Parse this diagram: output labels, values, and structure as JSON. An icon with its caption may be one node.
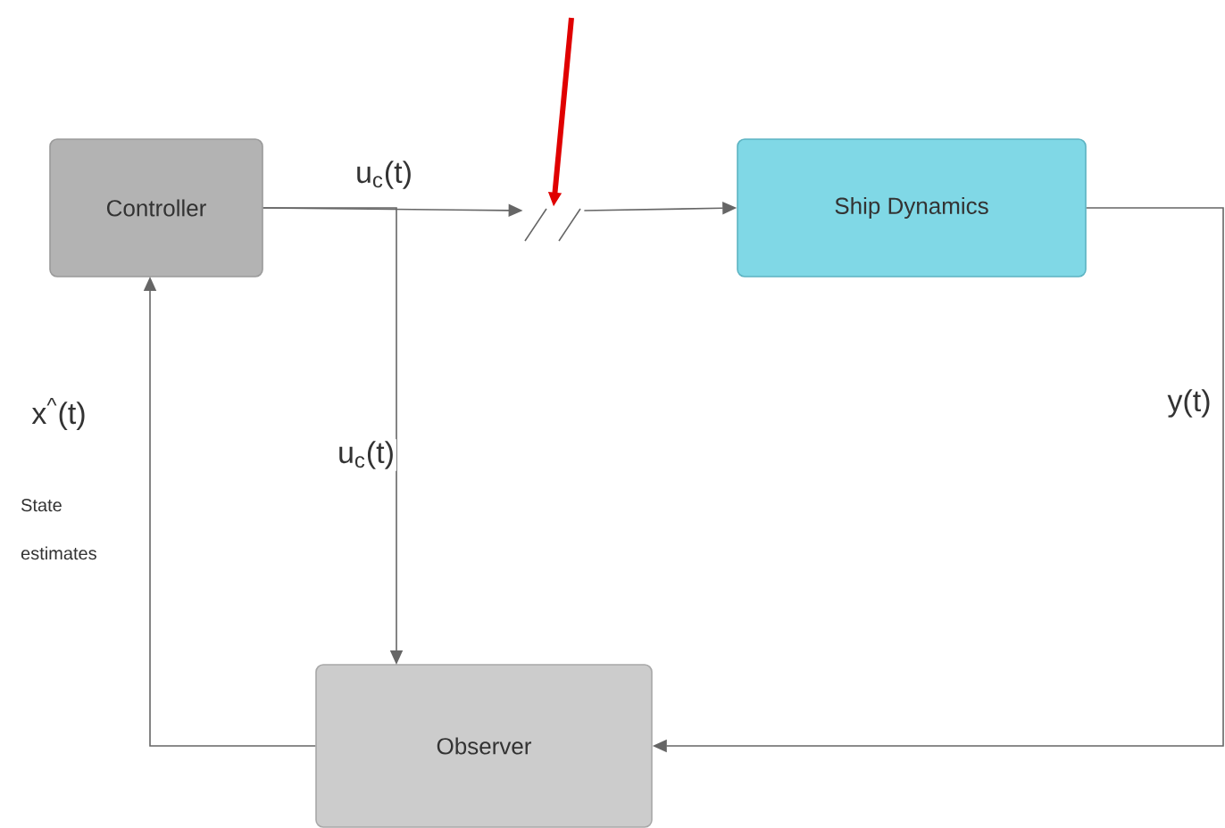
{
  "diagram": {
    "nodes": [
      {
        "text": [
          "Controller"
        ]
      },
      {
        "text": [
          "Ship Dynamics"
        ]
      },
      {
        "text": [
          "Observer"
        ]
      },
      {
        "text": [],
        "shape": "switch"
      }
    ],
    "edges": [
      {
        "from": 0,
        "to": 3,
        "arrow": "to",
        "label": "u$_{c}$(t)"
      },
      {
        "from": 3,
        "to": 1,
        "arrow": "to"
      },
      {
        "from": 0,
        "to": 2,
        "arrow": "to",
        "label": "u$_{c}$(t)"
      },
      {
        "from": 1,
        "to": 2,
        "arrow": "to",
        "label": "y(t)"
      },
      {
        "from": 2,
        "to": 0,
        "arrow": "to",
        "label": "x$^{^}$(t)"
      },
      {
        "from": null,
        "to": 3,
        "arrow": "to",
        "style": "thick",
        "color": "#e00000"
      }
    ],
    "labels": [
      "State estimates"
    ]
  }
}
